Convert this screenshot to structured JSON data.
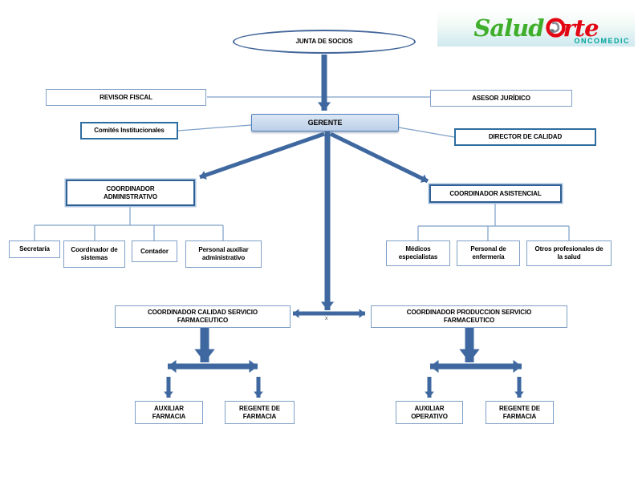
{
  "logo": {
    "brand_part1": "Salud",
    "brand_part2": "rte",
    "subtitle": "ONCOMEDIC",
    "icon": "stethoscope-ring-icon"
  },
  "colors": {
    "arrow_blue": "#3e689f",
    "connector_blue": "#7da0c7",
    "box_border_thin": "#7f9fc6",
    "box_border_strong": "#2f5f94",
    "gerente_fill_top": "#dde7f4",
    "gerente_fill_bottom": "#bcd0e9",
    "logo_green": "#3fae2a",
    "logo_red": "#e30613",
    "logo_teal": "#00a39a"
  },
  "org": {
    "junta": "JUNTA DE SOCIOS",
    "revisor": "REVISOR FISCAL",
    "asesor": "ASESOR JURÍDICO",
    "comites": "Comités Institucionales",
    "gerente": "GERENTE",
    "director_calidad": "DIRECTOR DE CALIDAD",
    "coord_admin": "COORDINADOR ADMINISTRATIVO",
    "coord_asist": "COORDINADOR ASISTENCIAL",
    "admin_children": [
      "Secretaría",
      "Coordinador de sistemas",
      "Contador",
      "Personal auxiliar administrativo"
    ],
    "asist_children": [
      "Médicos especialistas",
      "Personal de enfermería",
      "Otros profesionales de la salud"
    ],
    "coord_calidad": "COORDINADOR CALIDAD SERVICIO FARMACEUTICO",
    "coord_produccion": "COORDINADOR PRODUCCION SERVICIO FARMACEUTICO",
    "calidad_children": [
      "AUXILIAR FARMACIA",
      "REGENTE DE FARMACIA"
    ],
    "produccion_children": [
      "AUXILIAR OPERATIVO",
      "REGENTE DE FARMACIA"
    ],
    "x_mark": "x"
  }
}
